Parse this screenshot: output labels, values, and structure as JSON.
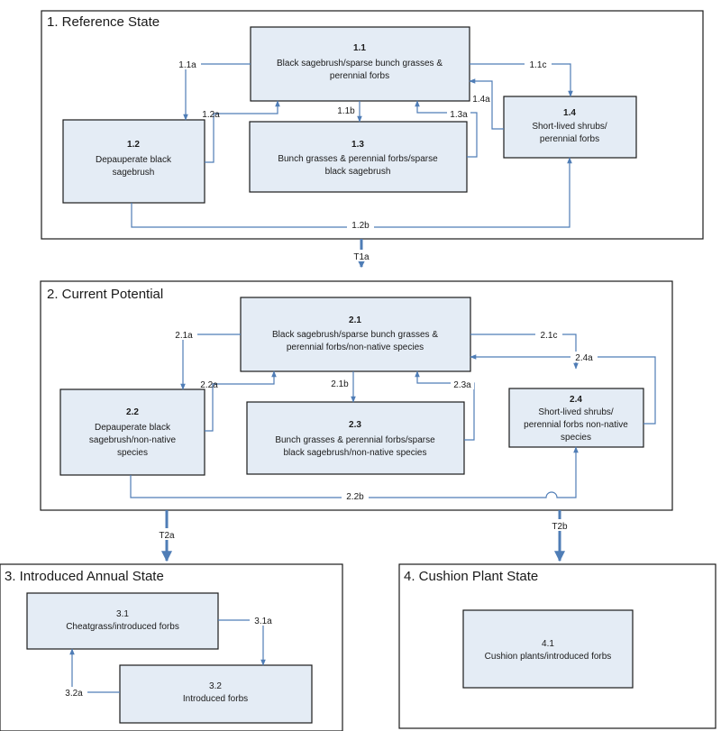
{
  "states": {
    "reference": {
      "title": "1. Reference State",
      "boxes": {
        "b11": {
          "id": "1.1",
          "lines": [
            "Black sagebrush/sparse bunch grasses &",
            "perennial forbs"
          ]
        },
        "b12": {
          "id": "1.2",
          "lines": [
            "Depauperate black",
            "sagebrush"
          ]
        },
        "b13": {
          "id": "1.3",
          "lines": [
            "Bunch grasses & perennial forbs/sparse",
            "black sagebrush"
          ]
        },
        "b14": {
          "id": "1.4",
          "lines": [
            "Short-lived shrubs/",
            "perennial forbs"
          ]
        }
      },
      "pathways": {
        "p11a": "1.1a",
        "p11b": "1.1b",
        "p11c": "1.1c",
        "p12a": "1.2a",
        "p12b": "1.2b",
        "p13a": "1.3a",
        "p14a": "1.4a"
      }
    },
    "current": {
      "title": "2. Current Potential",
      "boxes": {
        "b21": {
          "id": "2.1",
          "lines": [
            "Black sagebrush/sparse bunch grasses &",
            "perennial forbs/non-native species"
          ]
        },
        "b22": {
          "id": "2.2",
          "lines": [
            "Depauperate black",
            "sagebrush/non-native",
            "species"
          ]
        },
        "b23": {
          "id": "2.3",
          "lines": [
            "Bunch grasses & perennial forbs/sparse",
            "black sagebrush/non-native species"
          ]
        },
        "b24": {
          "id": "2.4",
          "lines": [
            "Short-lived shrubs/",
            "perennial forbs non-native",
            "species"
          ]
        }
      },
      "pathways": {
        "p21a": "2.1a",
        "p21b": "2.1b",
        "p21c": "2.1c",
        "p22a": "2.2a",
        "p22b": "2.2b",
        "p23a": "2.3a",
        "p24a": "2.4a"
      }
    },
    "annual": {
      "title": "3. Introduced Annual State",
      "boxes": {
        "b31": {
          "id": "3.1",
          "lines": [
            "Cheatgrass/introduced forbs"
          ]
        },
        "b32": {
          "id": "3.2",
          "lines": [
            "Introduced forbs"
          ]
        }
      },
      "pathways": {
        "p31a": "3.1a",
        "p32a": "3.2a"
      }
    },
    "cushion": {
      "title": "4. Cushion Plant State",
      "boxes": {
        "b41": {
          "id": "4.1",
          "lines": [
            "Cushion plants/introduced forbs"
          ]
        }
      }
    }
  },
  "transitions": {
    "t1a": "T1a",
    "t2a": "T2a",
    "t2b": "T2b"
  },
  "colors": {
    "box_fill": "#e4ecf5",
    "arrow": "#4f7db6",
    "frame": "#1a1a1a"
  }
}
